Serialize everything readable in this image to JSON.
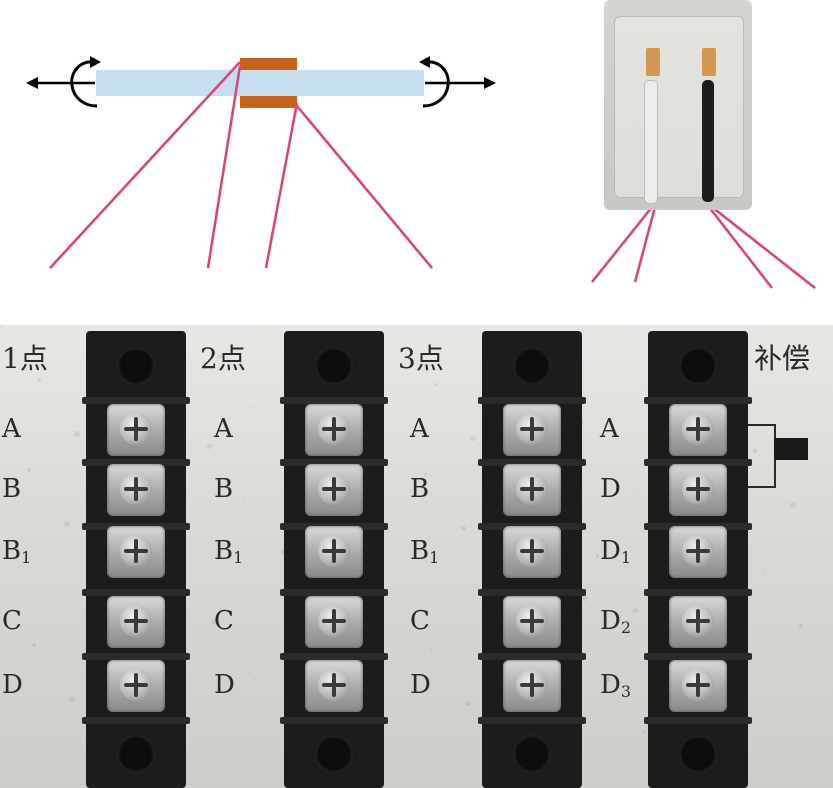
{
  "beam_diagram": {
    "beam_color": "#c6dff0",
    "gauge_color": "#c8621a",
    "leader_color": "#e0407a",
    "arrow_color": "#000000"
  },
  "gauge_photo": {
    "wire_colors": [
      "#ececec",
      "#1d1d1d"
    ]
  },
  "terminal_blocks": [
    {
      "title": "1点",
      "terminals": [
        {
          "base": "A",
          "sub": ""
        },
        {
          "base": "B",
          "sub": ""
        },
        {
          "base": "B",
          "sub": "1"
        },
        {
          "base": "C",
          "sub": ""
        },
        {
          "base": "D",
          "sub": ""
        }
      ]
    },
    {
      "title": "2点",
      "terminals": [
        {
          "base": "A",
          "sub": ""
        },
        {
          "base": "B",
          "sub": ""
        },
        {
          "base": "B",
          "sub": "1"
        },
        {
          "base": "C",
          "sub": ""
        },
        {
          "base": "D",
          "sub": ""
        }
      ]
    },
    {
      "title": "3点",
      "terminals": [
        {
          "base": "A",
          "sub": ""
        },
        {
          "base": "B",
          "sub": ""
        },
        {
          "base": "B",
          "sub": "1"
        },
        {
          "base": "C",
          "sub": ""
        },
        {
          "base": "D",
          "sub": ""
        }
      ]
    },
    {
      "title": "补偿",
      "terminals": [
        {
          "base": "A",
          "sub": ""
        },
        {
          "base": "D",
          "sub": ""
        },
        {
          "base": "D",
          "sub": "1"
        },
        {
          "base": "D",
          "sub": "2"
        },
        {
          "base": "D",
          "sub": "3"
        }
      ]
    }
  ]
}
